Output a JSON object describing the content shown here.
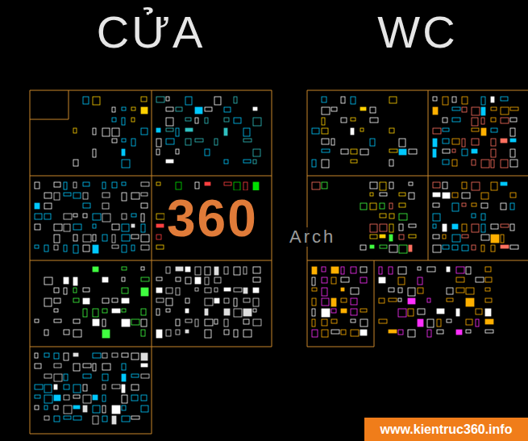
{
  "diagram": {
    "nodes": [
      {
        "text": [
          "CỬA"
        ]
      },
      {
        "text": [
          "WC"
        ]
      },
      {
        "text": [
          "www.kientruc360.info"
        ]
      }
    ],
    "labels": [
      "360",
      "Arch"
    ]
  }
}
